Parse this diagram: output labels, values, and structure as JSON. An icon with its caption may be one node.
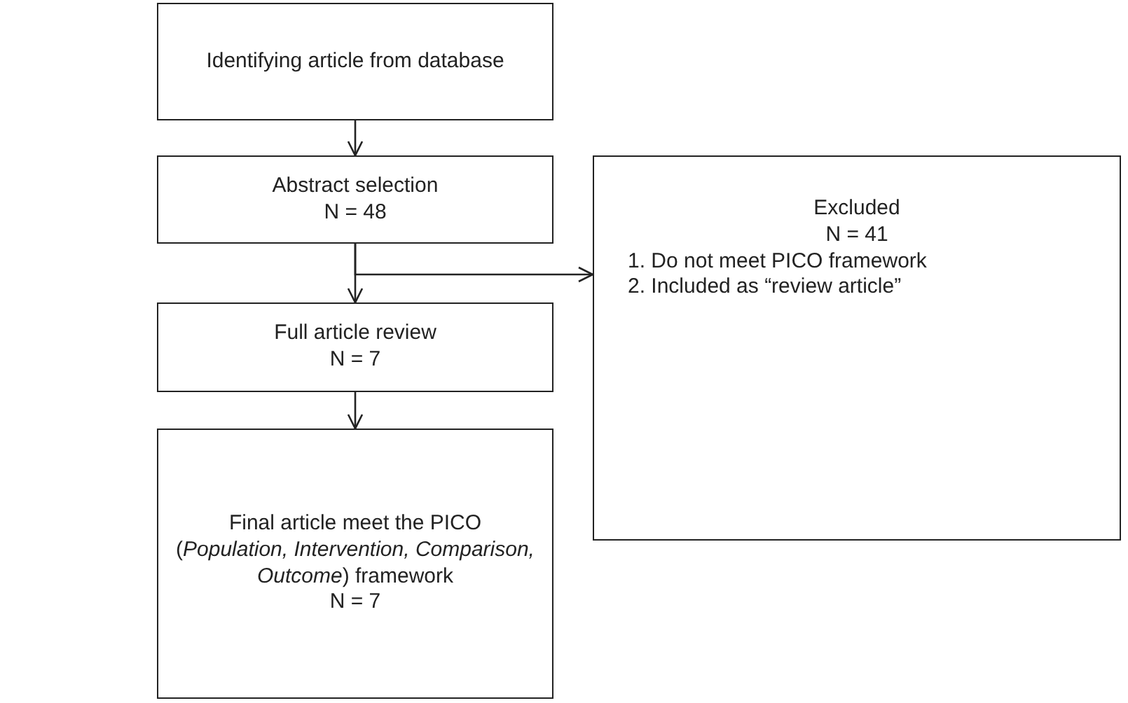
{
  "diagram": {
    "nodes": [
      {
        "text": [
          "Identifying article from database"
        ]
      },
      {
        "text": [
          "Abstract selection",
          "N = 48"
        ]
      },
      {
        "text": [
          "Excluded",
          "N = 41",
          "1. Do not meet PICO framework",
          "2. Included as “review article”"
        ]
      },
      {
        "text": [
          "Full article review",
          "N = 7"
        ]
      },
      {
        "text": [
          "Final article meet the PICO (*Population, Intervention, Comparison, Outcome*) framework",
          "N = 7"
        ]
      }
    ],
    "edges": [
      {
        "from": 0,
        "to": 1,
        "arrow": "to"
      },
      {
        "from": 1,
        "to": 2,
        "arrow": "to"
      },
      {
        "from": 1,
        "to": 3,
        "arrow": "to"
      },
      {
        "from": 3,
        "to": 4,
        "arrow": "to"
      }
    ]
  }
}
